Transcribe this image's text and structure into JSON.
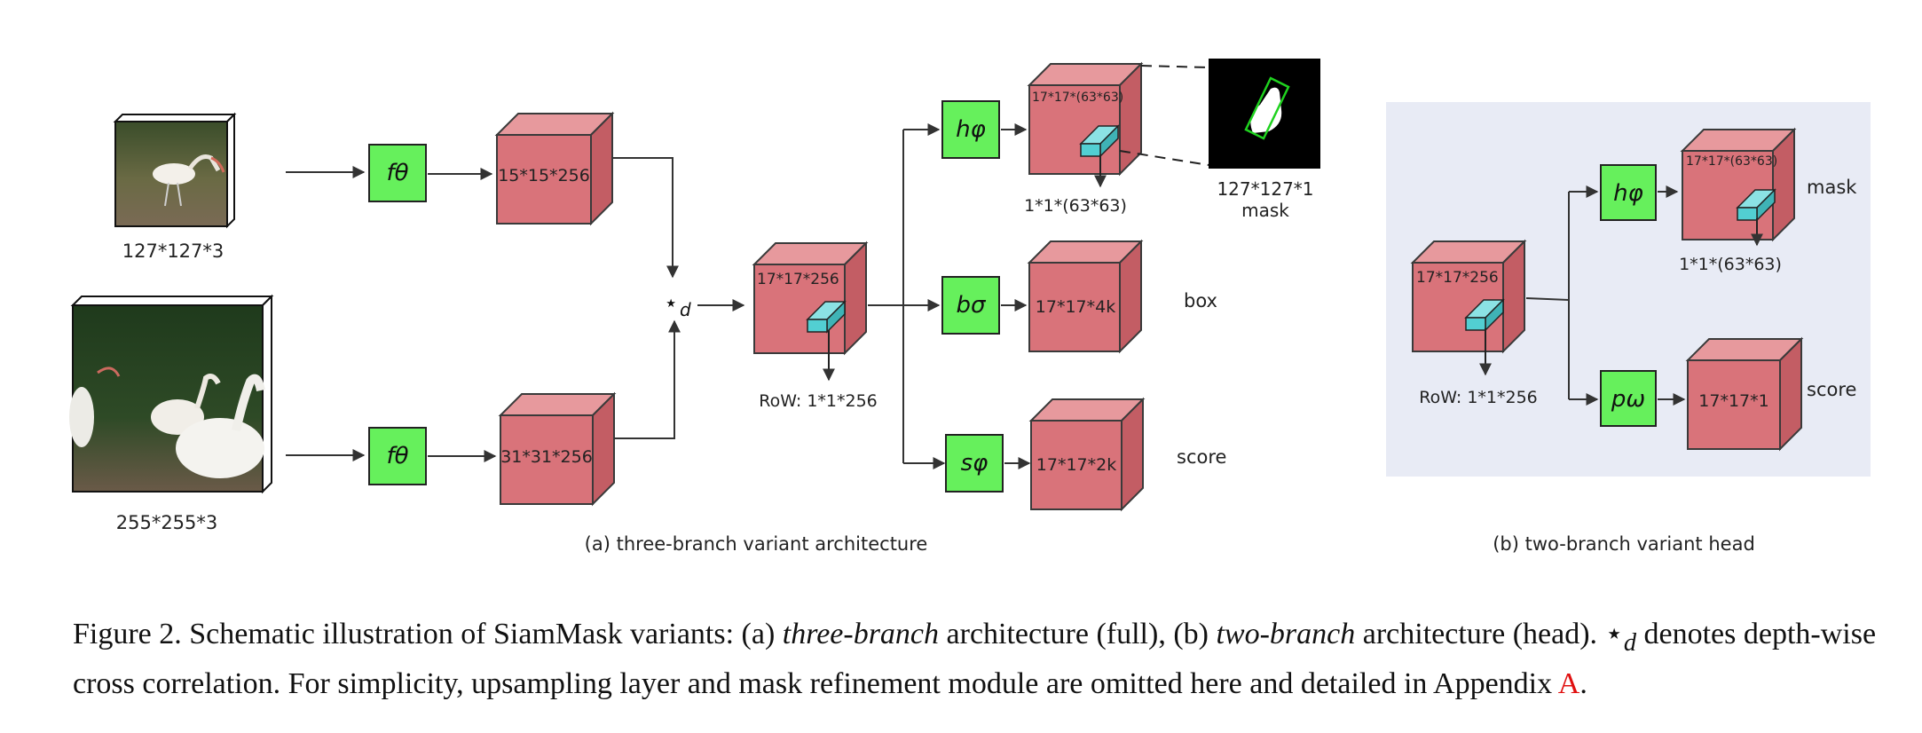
{
  "colors": {
    "block_front": "#d9737a",
    "block_top": "#e7999d",
    "block_side": "#c35d64",
    "block_edge": "#3a3a3a",
    "func_box": "#66f05c",
    "rows_cube": "#52cfd2",
    "panel_bg": "#e8ebf5",
    "caption_ref": "#e01010"
  },
  "images": {
    "template_image": {
      "dims": "127*127*3"
    },
    "search_image": {
      "dims": "255*255*3"
    },
    "mask_output": {
      "dims": "127*127*1",
      "name": "mask"
    }
  },
  "three_branch": {
    "f_template": "fθ",
    "f_search": "fθ",
    "feat_template": "15*15*256",
    "feat_search": "31*31*256",
    "corr_symbol": "⋆",
    "corr_sub": "d",
    "corr_feat": "17*17*256",
    "row_label": "RoW: 1*1*256",
    "h_func": "hφ",
    "b_func": "bσ",
    "s_func": "sφ",
    "mask_feat": "17*17*(63*63)",
    "mask_row": "1*1*(63*63)",
    "box_feat": "17*17*4k",
    "score_feat": "17*17*2k",
    "box_label": "box",
    "score_label": "score",
    "caption": "(a) three-branch  variant architecture"
  },
  "two_branch": {
    "corr_feat": "17*17*256",
    "row_label": "RoW: 1*1*256",
    "h_func": "hφ",
    "p_func": "pω",
    "mask_feat": "17*17*(63*63)",
    "mask_row": "1*1*(63*63)",
    "mask_label": "mask",
    "score_feat": "17*17*1",
    "score_label": "score",
    "caption": "(b) two-branch  variant head"
  },
  "figure_caption": {
    "prefix": "Figure 2. Schematic illustration of SiamMask variants: (a) ",
    "term1": "three-branch",
    "mid1": " architecture (full), (b) ",
    "term2": "two-branch",
    "mid2": " architecture (head). ",
    "symbol": "⋆",
    "symbol_sub": "d",
    "mid3": " denotes depth-wise cross correlation. For simplicity, upsampling layer and mask refinement module are omitted here and detailed in Appendix ",
    "ref": "A",
    "suffix": "."
  }
}
